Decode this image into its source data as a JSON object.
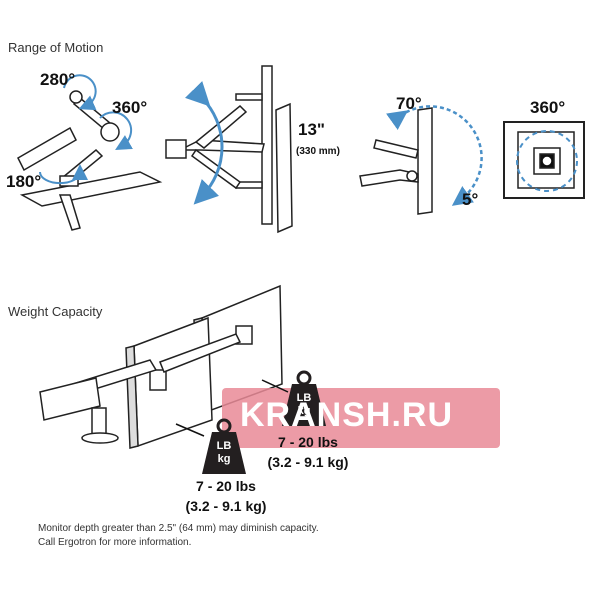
{
  "range_section": {
    "title": "Range of Motion",
    "arm_labels": {
      "top": "280°",
      "right": "360°",
      "base": "180°"
    },
    "lift_labels": {
      "value": "13\"",
      "sub": "(330 mm)"
    },
    "tilt_labels": {
      "up": "70°",
      "down": "5°"
    },
    "rotate_label": "360°"
  },
  "weight_section": {
    "title": "Weight Capacity",
    "weight_icon": {
      "top": "LB",
      "bottom": "kg"
    },
    "capacity_right": {
      "lbs": "7 - 20 lbs",
      "kg": "(3.2 - 9.1 kg)"
    },
    "capacity_left": {
      "lbs": "7 - 20 lbs",
      "kg": "(3.2 - 9.1 kg)"
    }
  },
  "watermark": "KRANSH.RU",
  "note": {
    "line1": "Monitor depth greater than 2.5\" (64 mm) may diminish capacity.",
    "line2": "Call Ergotron for more information."
  },
  "colors": {
    "accent": "#4a90c8",
    "weight_icon": "#231f20",
    "watermark_bg": "#e98a96"
  }
}
